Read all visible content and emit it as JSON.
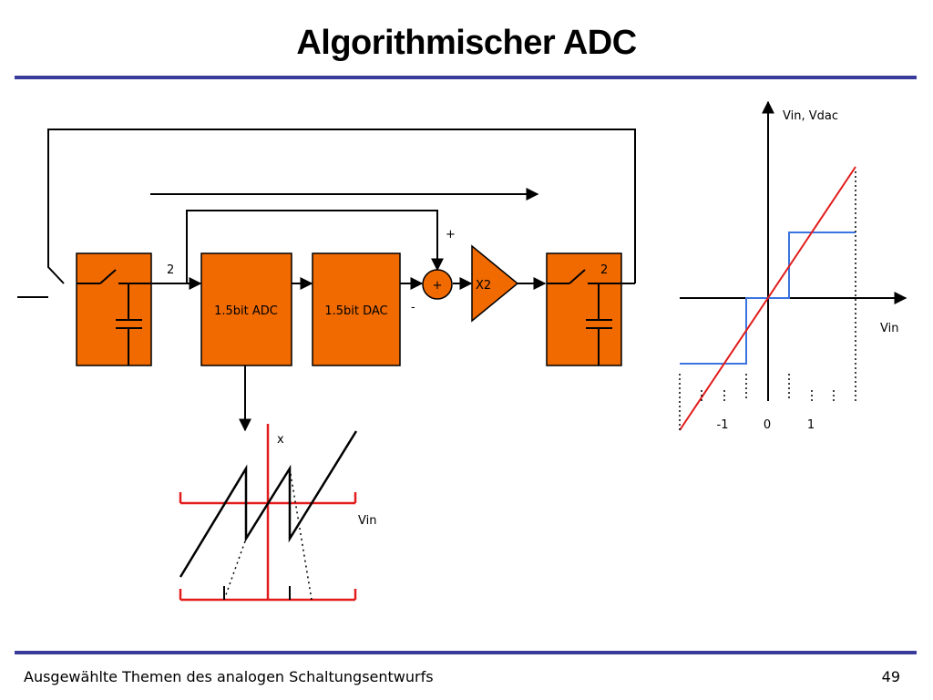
{
  "title": "Algorithmischer ADC",
  "colors": {
    "rule": "#3a3a9a",
    "block": "#f06a00",
    "red": "#e21b1b",
    "blue": "#3a74e0",
    "black": "#000000"
  },
  "block_diagram": {
    "adc_block": "1.5bit ADC",
    "dac_block": "1.5bit DAC",
    "summer_symbol": "+",
    "summer_plus": "+",
    "summer_minus": "-",
    "gain_block": "X2",
    "gain_left": "2",
    "gain_right": "2"
  },
  "transfer_plot": {
    "y_axis_label": "x",
    "x_axis_label": "Vin"
  },
  "dac_plot": {
    "y_axis_label": "Vin, Vdac",
    "x_axis_label": "Vin",
    "tick_minus1": "-1",
    "tick_zero": "0",
    "tick_plus1": "1"
  },
  "footer": {
    "text": "Ausgewählte Themen des analogen Schaltungsentwurfs",
    "page_number": "49"
  }
}
